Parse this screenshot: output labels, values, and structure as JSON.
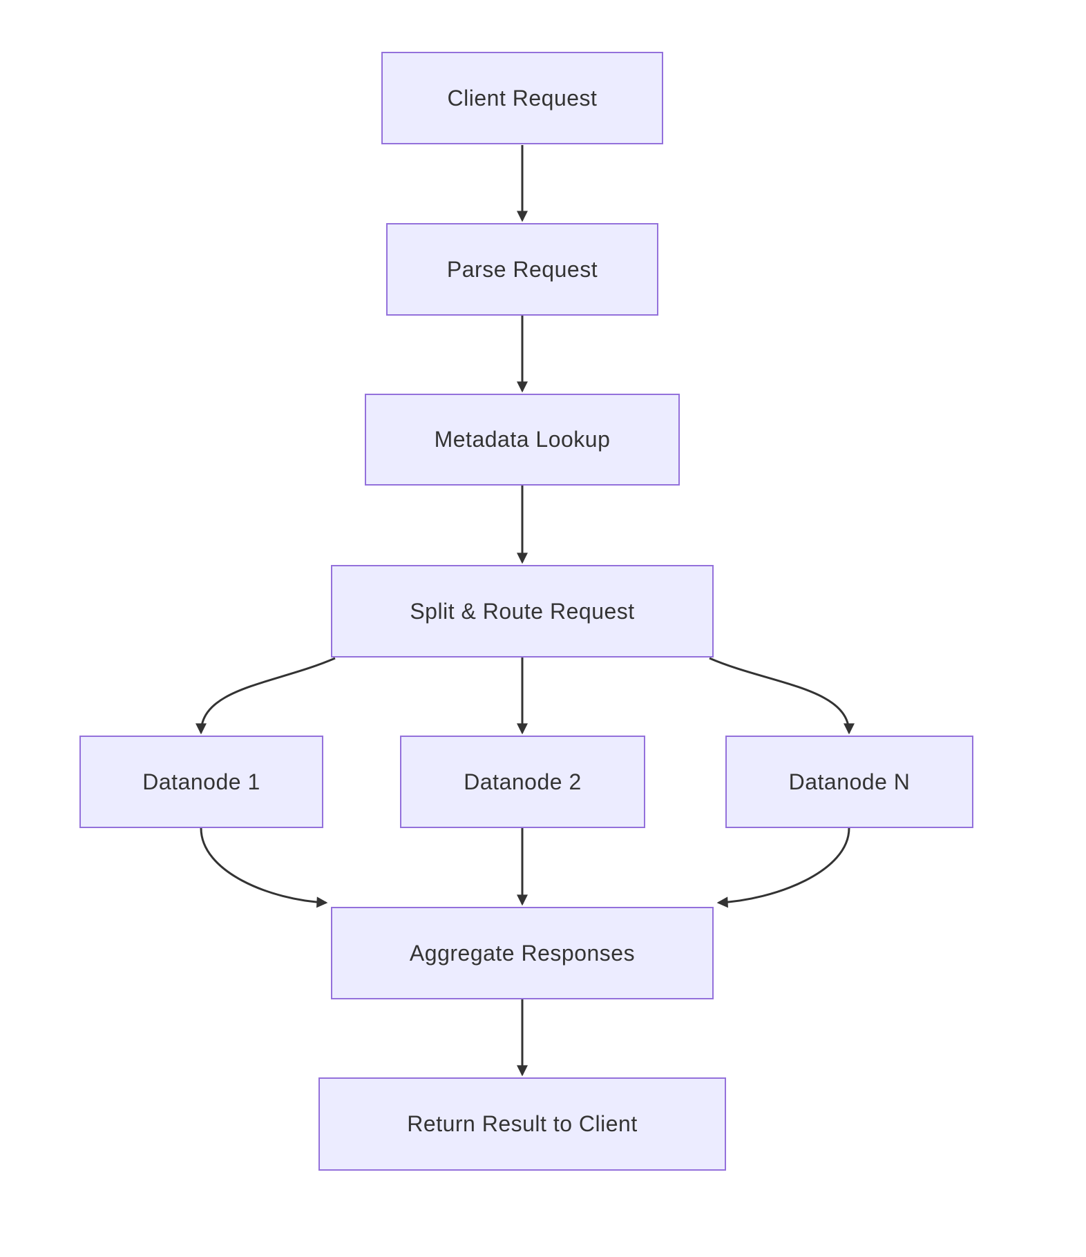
{
  "diagram": {
    "type": "flowchart",
    "direction": "top-down",
    "colors": {
      "background": "#ffffff",
      "node_fill": "#ECECFF",
      "node_border": "#9370DB",
      "node_text": "#333333",
      "edge": "#333333"
    },
    "nodes": {
      "client": {
        "label": "Client Request"
      },
      "parse": {
        "label": "Parse Request"
      },
      "metadata": {
        "label": "Metadata Lookup"
      },
      "split": {
        "label": "Split & Route Request"
      },
      "datanode1": {
        "label": "Datanode 1"
      },
      "datanode2": {
        "label": "Datanode 2"
      },
      "datanodeN": {
        "label": "Datanode N"
      },
      "aggregate": {
        "label": "Aggregate Responses"
      },
      "return": {
        "label": "Return Result to Client"
      }
    },
    "edges": [
      {
        "from": "client",
        "to": "parse"
      },
      {
        "from": "parse",
        "to": "metadata"
      },
      {
        "from": "metadata",
        "to": "split"
      },
      {
        "from": "split",
        "to": "datanode1"
      },
      {
        "from": "split",
        "to": "datanode2"
      },
      {
        "from": "split",
        "to": "datanodeN"
      },
      {
        "from": "datanode1",
        "to": "aggregate"
      },
      {
        "from": "datanode2",
        "to": "aggregate"
      },
      {
        "from": "datanodeN",
        "to": "aggregate"
      },
      {
        "from": "aggregate",
        "to": "return"
      }
    ]
  }
}
